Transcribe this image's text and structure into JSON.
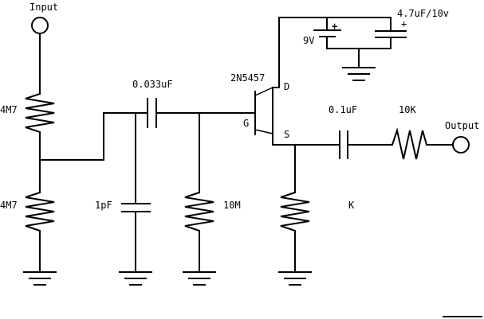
{
  "schematic": {
    "input_label": "Input",
    "output_label": "Output",
    "r_top": "4M7",
    "r_bottom": "4M7",
    "c_coupling": "0.033uF",
    "c_input": "1pF",
    "r_gate": "10M",
    "transistor": "2N5457",
    "pin_drain": "D",
    "pin_gate": "G",
    "pin_source": "S",
    "c_output": "0.1uF",
    "r_output": "10K",
    "r_source": "K",
    "battery": "9V",
    "c_supply": "4.7uF/10v",
    "plus_battery": "+",
    "plus_cap": "+"
  }
}
